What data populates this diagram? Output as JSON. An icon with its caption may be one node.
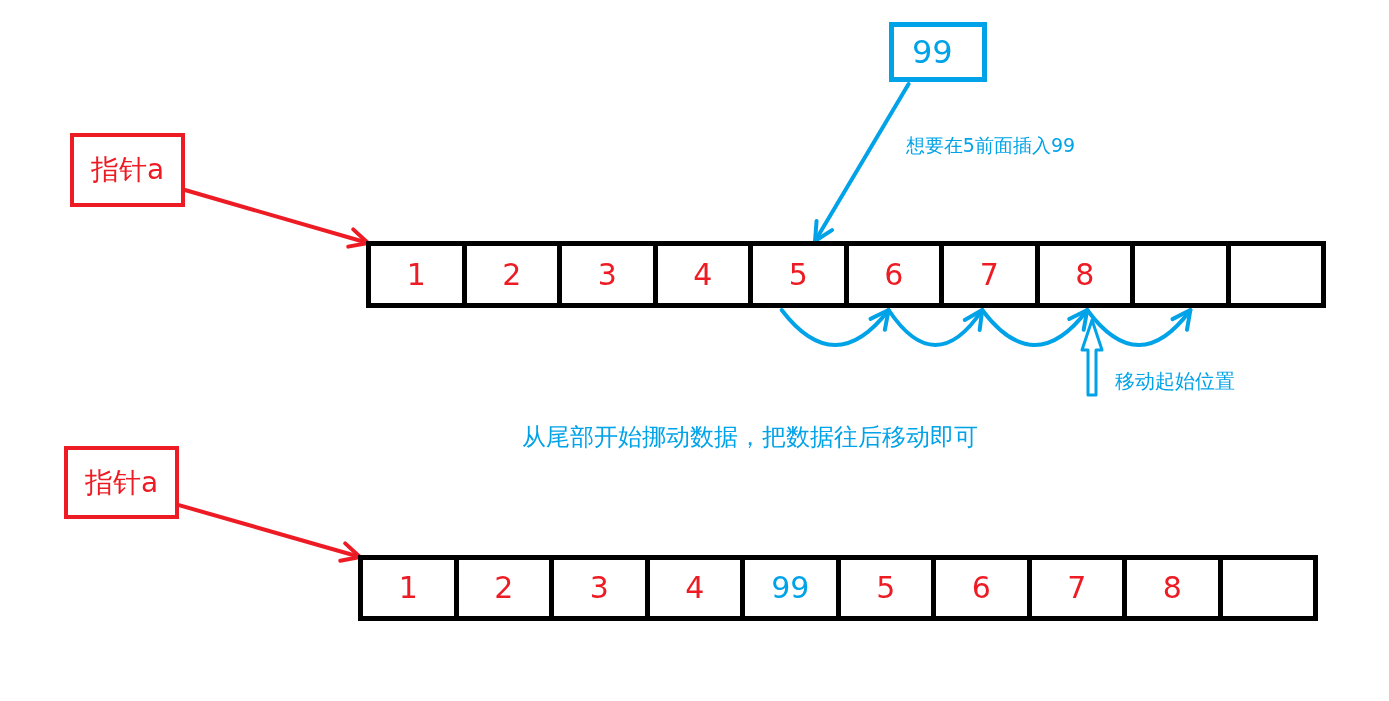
{
  "diagram": {
    "nodes": [
      {
        "text": [
          "99"
        ]
      },
      {
        "text": [
          "指针a"
        ]
      },
      {
        "text": [
          "1"
        ]
      },
      {
        "text": [
          "2"
        ]
      },
      {
        "text": [
          "3"
        ]
      },
      {
        "text": [
          "4"
        ]
      },
      {
        "text": [
          "5"
        ]
      },
      {
        "text": [
          "6"
        ]
      },
      {
        "text": [
          "7"
        ]
      },
      {
        "text": [
          "8"
        ]
      },
      {
        "text": [],
        "shape": "box"
      },
      {
        "text": [],
        "shape": "box"
      },
      {
        "text": [
          "移动起始位置"
        ]
      },
      {
        "text": [
          "指针a"
        ]
      },
      {
        "text": [
          "1"
        ]
      },
      {
        "text": [
          "2"
        ]
      },
      {
        "text": [
          "3"
        ]
      },
      {
        "text": [
          "4"
        ]
      },
      {
        "text": [
          "99"
        ]
      },
      {
        "text": [
          "5"
        ]
      },
      {
        "text": [
          "6"
        ]
      },
      {
        "text": [
          "7"
        ]
      },
      {
        "text": [
          "8"
        ]
      },
      {
        "text": [],
        "shape": "box"
      }
    ],
    "edges": [
      {
        "from": 0,
        "to": 6,
        "arrow": "to",
        "label": "想要在5前面插入99"
      },
      {
        "from": 1,
        "to": 2,
        "arrow": "to",
        "color": "#ed1c24"
      },
      {
        "from": 6,
        "to": 7,
        "arrow": "to"
      },
      {
        "from": 7,
        "to": 8,
        "arrow": "to"
      },
      {
        "from": 8,
        "to": 9,
        "arrow": "to"
      },
      {
        "from": 9,
        "to": 10,
        "arrow": "to"
      },
      {
        "from": 12,
        "to": 9,
        "arrow": "to",
        "style": "thick"
      },
      {
        "from": 13,
        "to": 14,
        "arrow": "to",
        "color": "#ed1c24"
      }
    ],
    "labels": [
      "从尾部开始挪动数据，把数据往后移动即可"
    ]
  }
}
